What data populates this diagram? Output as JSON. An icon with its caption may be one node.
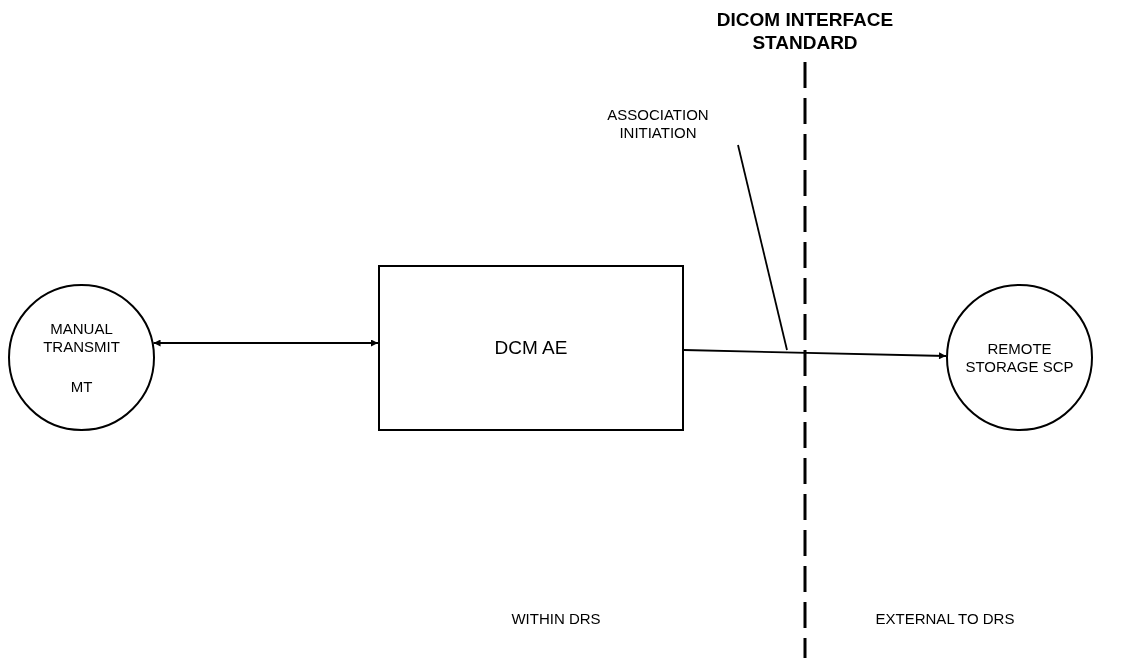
{
  "diagram": {
    "title": "DICOM INTERFACE STANDARD",
    "nodes": [
      {
        "text": [
          "MANUAL TRANSMIT",
          "MT"
        ]
      },
      {
        "text": [
          "DCM AE"
        ]
      },
      {
        "text": [
          "REMOTE STORAGE SCP"
        ]
      },
      {
        "text": [
          "ASSOCIATION INITIATION"
        ]
      }
    ],
    "edges": [
      {
        "from": 0,
        "to": 1,
        "arrow": "both"
      },
      {
        "from": 1,
        "to": 2,
        "arrow": "to"
      },
      {
        "from": 3,
        "to": null,
        "arrow": "none"
      }
    ],
    "labels": [
      "WITHIN DRS",
      "EXTERNAL TO DRS"
    ]
  }
}
